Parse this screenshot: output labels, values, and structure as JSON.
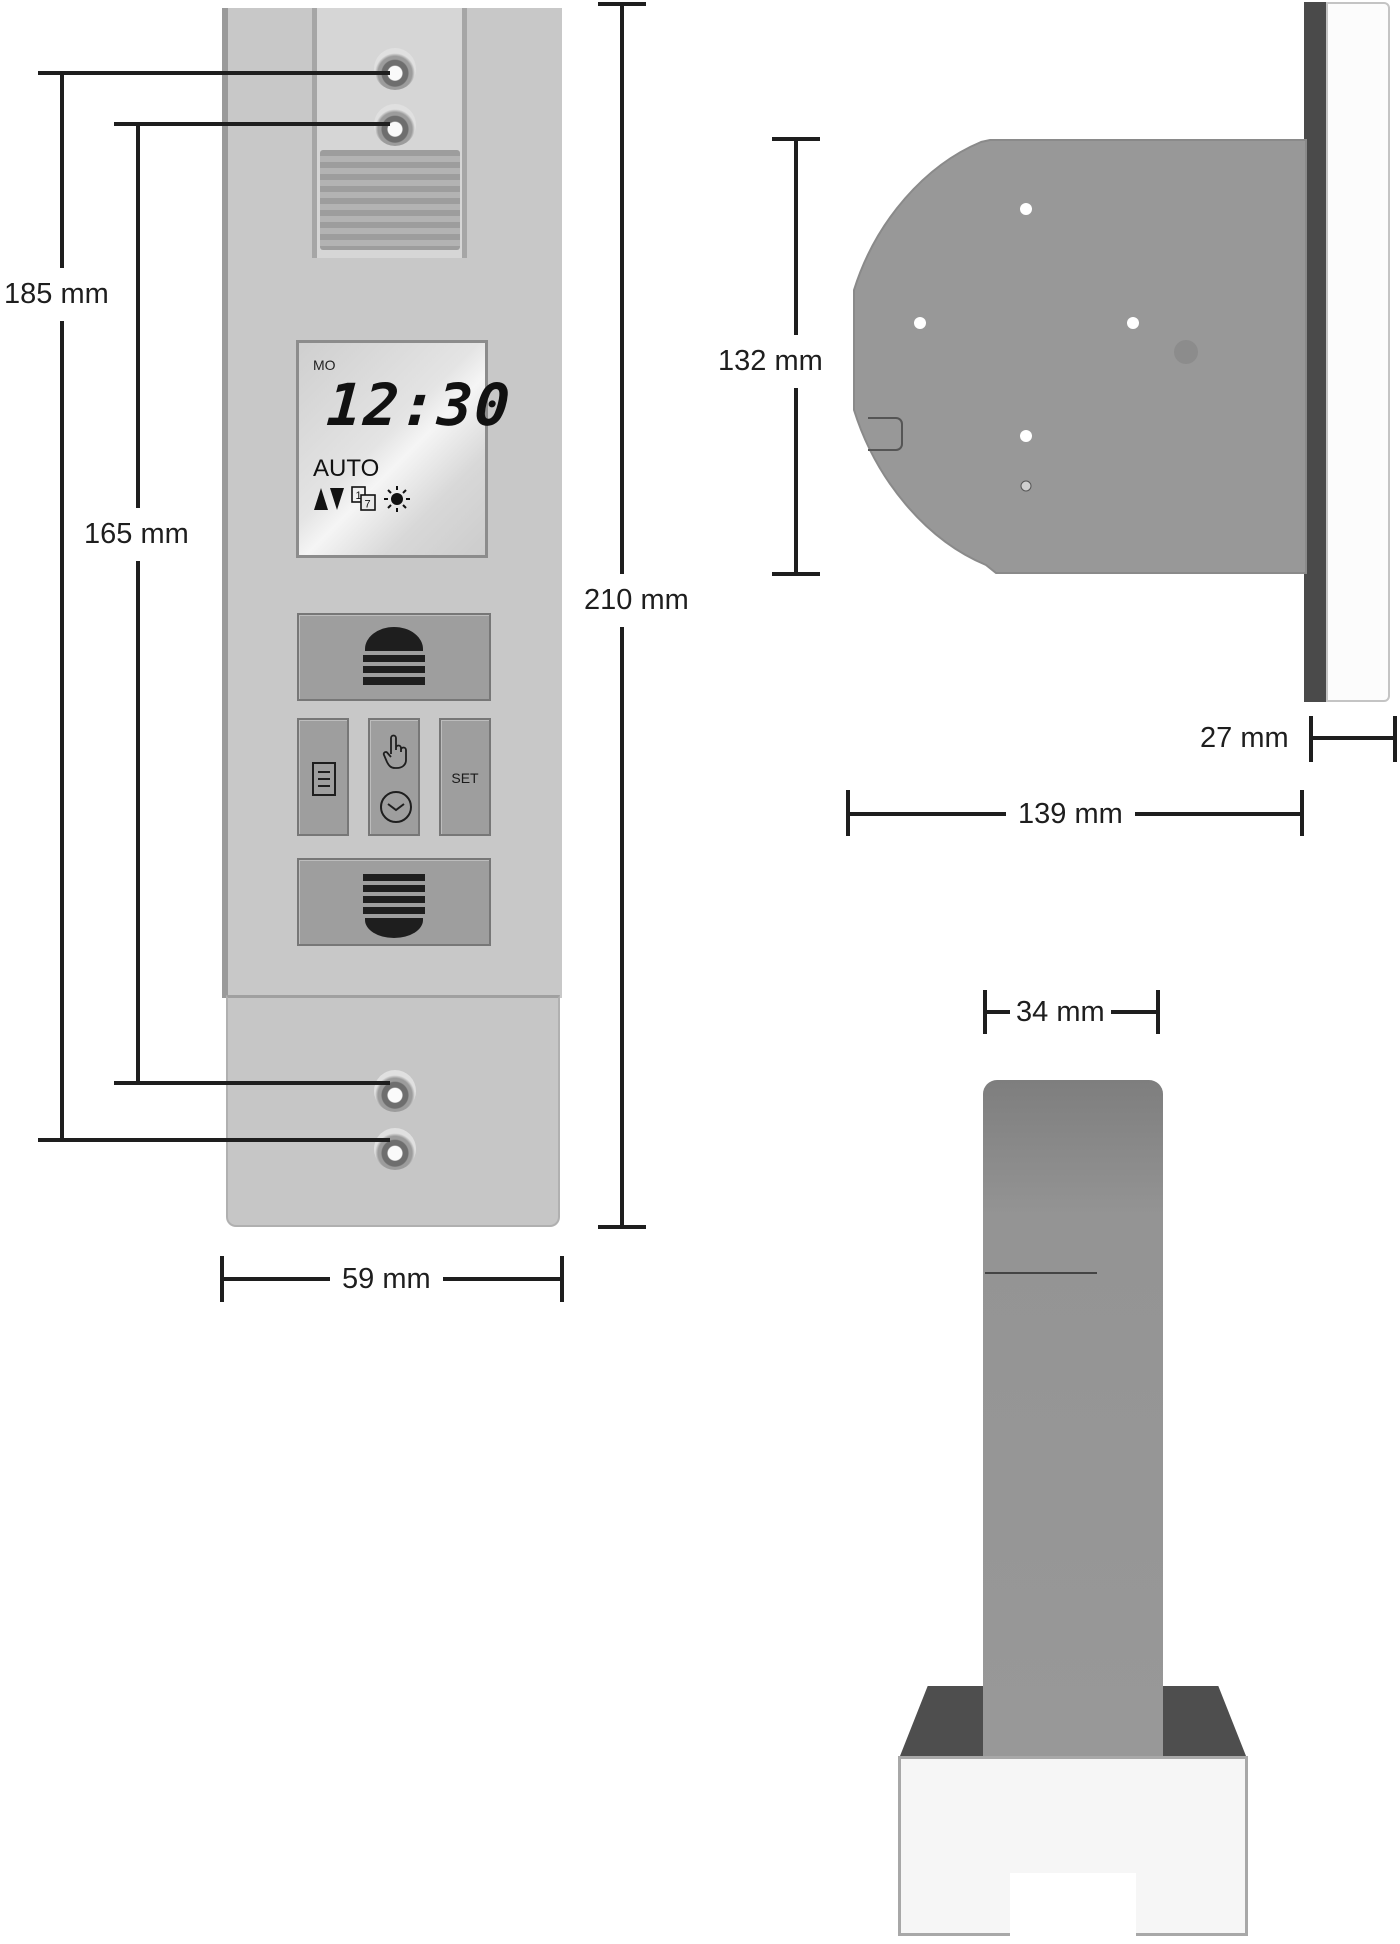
{
  "figure": {
    "type": "technical-dimension-drawing",
    "subject": "electronic roller shutter belt winder with timer display",
    "units": "mm"
  },
  "front_view": {
    "display": {
      "day": "MO",
      "time": "12:30",
      "mode": "AUTO",
      "icons": [
        "up-down-arrows-icon",
        "week-program-1-7-icon",
        "sun-icon"
      ],
      "week_icon_digits": [
        "1",
        "7"
      ]
    },
    "buttons": {
      "up": {
        "icon": "shutter-up-icon"
      },
      "menu": {
        "icon": "list-icon"
      },
      "manual_auto": {
        "icons": [
          "hand-icon",
          "clock-icon"
        ]
      },
      "set": {
        "label": "SET"
      },
      "down": {
        "icon": "shutter-down-icon"
      }
    },
    "dimensions": {
      "outer_hole_spacing": "185 mm",
      "inner_hole_spacing": "165 mm",
      "height": "210 mm",
      "width": "59 mm"
    }
  },
  "side_view": {
    "dimensions": {
      "housing_height": "132 mm",
      "depth": "139 mm",
      "faceplate_depth": "27 mm"
    }
  },
  "bottom_view": {
    "dimensions": {
      "housing_width": "34 mm"
    }
  },
  "colors": {
    "housing_light": "#c8c8c8",
    "button_gray": "#9e9e9e",
    "motor_gray": "#989898",
    "plate_dark": "#4a4a4a",
    "dimension_line": "#1e1e1e",
    "faceplate_white": "#fcfcfc"
  }
}
